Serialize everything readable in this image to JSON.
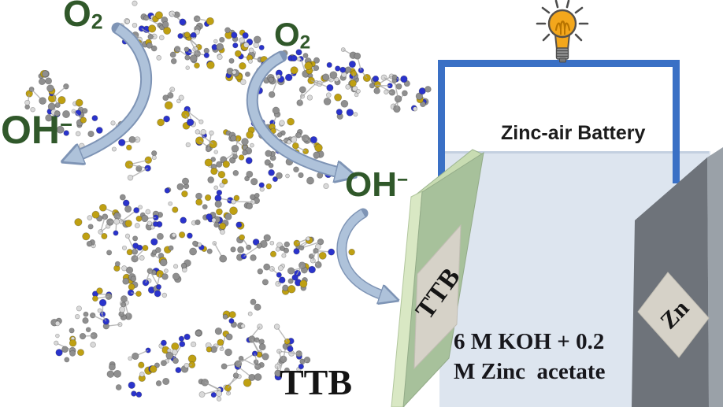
{
  "figure": {
    "labels": {
      "o2_top": {
        "main": "O",
        "sub": "2"
      },
      "o2_mid": {
        "main": "O",
        "sub": "2"
      },
      "oh_left": {
        "main": "OH",
        "sup": "−"
      },
      "oh_mid": {
        "main": "OH",
        "sup": "−"
      },
      "molecule_name": "TTB"
    },
    "battery": {
      "title": "Zinc-air Battery",
      "air_electrode_label": "TTB",
      "zinc_electrode_label": "Zn",
      "electrolyte_line1": "6 M KOH + 0.2",
      "electrolyte_line2": "M Zinc  acetate"
    },
    "colors": {
      "label_green": "#30582a",
      "text_black": "#141414",
      "wire_blue": "#3a70c5",
      "arrow_fill": "#aec2da",
      "arrow_edge": "#7e94b5",
      "bulb_yellow": "#f3a71c",
      "bulb_outline": "#55504a",
      "bulb_base_gray": "#949494",
      "electrolyte_blue": "#dde5ef",
      "air_electrode_front": "#a7c19b",
      "air_electrode_left": "#d9e8c4",
      "air_electrode_top": "#c8dcb2",
      "zinc_electrode_front": "#6e737a",
      "zinc_electrode_side": "#9aa1a8",
      "zinc_electrode_top": "#868d95",
      "panel_gray": "#d6d2c8"
    },
    "molecule": {
      "atom_colors": {
        "carbon": "#8f8f8f",
        "hydrogen": "#d9d9d9",
        "sulfur": "#bfa012",
        "nitrogen": "#2a33cc",
        "bond": "#a5a5a5"
      }
    }
  }
}
